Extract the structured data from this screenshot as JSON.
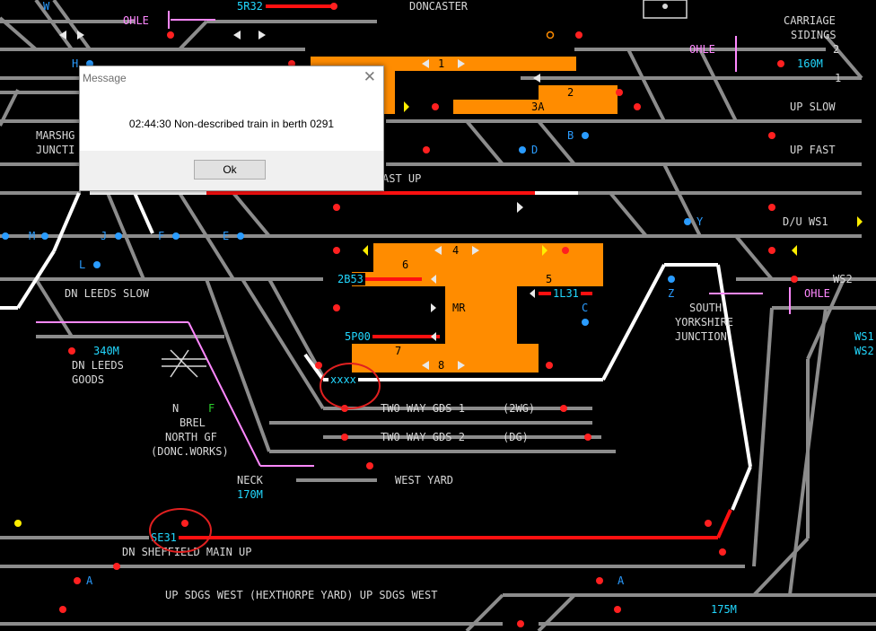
{
  "labels": {
    "doncaster": "DONCASTER",
    "carriage_sidings_1": "CARRIAGE",
    "carriage_sidings_2": "SIDINGS",
    "ohle_1": "OHLE",
    "ohle_2": "OHLE",
    "ohle_3": "OHLE",
    "w_top": "W",
    "h": "H",
    "marsh_1": "MARSHG",
    "marsh_2": "JUNCTI",
    "up_slow": "UP SLOW",
    "up_fast": "UP FAST",
    "fast_up": "AST UP",
    "d": "D",
    "b": "B",
    "dn_ws1": "D/U WS1",
    "y": "Y",
    "ws2": "WS2",
    "ws1_r": "WS1",
    "ws2_r": "WS2",
    "z": "Z",
    "c": "C",
    "south_1": "SOUTH",
    "south_2": "YORKSHIRE",
    "south_3": "JUNCTION",
    "m": "M",
    "j": "J",
    "f": "F",
    "e": "E",
    "l": "L",
    "dn_leeds_slow": "DN LEEDS SLOW",
    "dn_leeds_goods_1": "DN LEEDS",
    "dn_leeds_goods_2": "GOODS",
    "n_label": "N",
    "f_label": "F",
    "brel_1": "BREL",
    "brel_2": "NORTH GF",
    "brel_3": "(DONC.WORKS)",
    "neck": "NECK",
    "west_yard": "WEST YARD",
    "two_way_1": "TWO WAY GDS 1",
    "two_way_1_code": "(2WG)",
    "two_way_2": "TWO WAY GDS 2",
    "two_way_2_code": "(DG)",
    "dn_sheffield": "DN SHEFFIELD MAIN UP",
    "up_sdgs": "UP SDGS WEST (HEXTHORPE YARD) UP SDGS WEST",
    "a1": "A",
    "a2": "A",
    "mr": "MR",
    "p1": "1",
    "p2": "2",
    "p3a": "3A",
    "p4": "4",
    "p5": "5",
    "p6": "6",
    "p7": "7",
    "p8": "8",
    "road_2": "2",
    "road_1": "1",
    "m160": "160M",
    "m340": "340M",
    "m170": "170M",
    "m175": "175M"
  },
  "berths": {
    "sr32": "5R32",
    "zb53": "2B53",
    "zp00": "5P00",
    "il31": "1L31",
    "se31": "SE31",
    "xxxx": "xxxx"
  },
  "dialog": {
    "title": "Message",
    "message": "02:44:30 Non-described train in berth 0291",
    "ok_label": "Ok",
    "close_glyph": "✕"
  },
  "colors": {
    "track": "#8c8c8c",
    "route_set": "#ff0000",
    "occupied_white": "#ffffff",
    "platform": "#ff8c00",
    "signal_red": "#ff0000",
    "berth_text": "#22d8ff"
  }
}
